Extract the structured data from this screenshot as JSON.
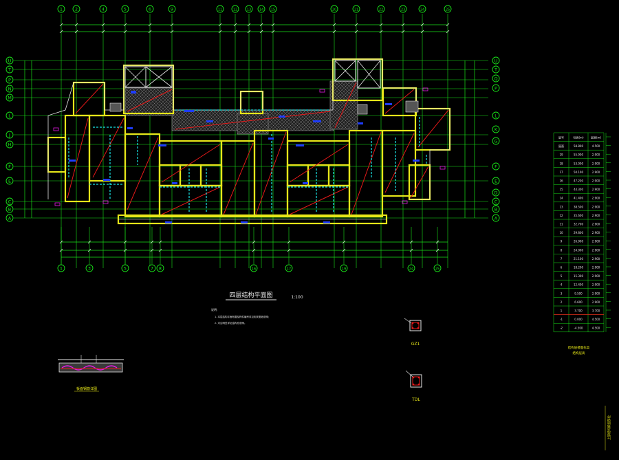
{
  "colors": {
    "background": "#000000",
    "grid_green": "#19e619",
    "wall_yellow": "#e6e619",
    "beam_red": "#e61919",
    "dim_white": "#e6e6e6",
    "cyan": "#19e6e6",
    "blue": "#1e3cff",
    "magenta": "#e619e6",
    "hatch_gray": "#7a7a7a"
  },
  "axes": {
    "top": [
      "1",
      "2",
      "4",
      "5",
      "6",
      "9",
      "11",
      "12",
      "13",
      "14",
      "15",
      "20",
      "21",
      "22",
      "23",
      "24",
      "25"
    ],
    "bottom": [
      "1",
      "3",
      "5",
      "7",
      "8",
      "16",
      "17",
      "19",
      "24",
      "25"
    ],
    "left": [
      "U",
      "T",
      "P",
      "N",
      "M",
      "L",
      "J",
      "H",
      "F",
      "E",
      "C",
      "B",
      "A"
    ],
    "right": [
      "U",
      "T",
      "Q",
      "P",
      "L",
      "K",
      "G",
      "F",
      "E",
      "D",
      "C",
      "B",
      "A"
    ]
  },
  "drawing": {
    "title": "四层结构平面图",
    "scale": "1:100",
    "notes_heading": "说明:",
    "notes": [
      "1. 本层结构平面布置及构件编号详见相关图纸说明;",
      "2. 未注明处详见结构总说明。"
    ]
  },
  "details": {
    "detail_1_label": "GZ1",
    "detail_2_label": "TDL",
    "section_label": "板面钢筋详图"
  },
  "floor_table": {
    "header": [
      "层号",
      "标高(m)",
      "层高(m)"
    ],
    "rows": [
      [
        "屋面",
        "58.800",
        "4.500"
      ],
      [
        "19",
        "55.900",
        "2.900"
      ],
      [
        "18",
        "53.000",
        "2.900"
      ],
      [
        "17",
        "50.100",
        "2.900"
      ],
      [
        "16",
        "47.200",
        "2.900"
      ],
      [
        "15",
        "44.300",
        "2.900"
      ],
      [
        "14",
        "41.400",
        "2.900"
      ],
      [
        "13",
        "38.500",
        "2.900"
      ],
      [
        "12",
        "35.600",
        "2.900"
      ],
      [
        "11",
        "32.700",
        "2.900"
      ],
      [
        "10",
        "29.800",
        "2.900"
      ],
      [
        "9",
        "26.900",
        "2.900"
      ],
      [
        "8",
        "24.000",
        "2.900"
      ],
      [
        "7",
        "21.100",
        "2.900"
      ],
      [
        "6",
        "18.200",
        "2.900"
      ],
      [
        "5",
        "15.300",
        "2.900"
      ],
      [
        "4",
        "12.400",
        "2.900"
      ],
      [
        "3",
        "9.500",
        "2.900"
      ],
      [
        "2",
        "6.600",
        "2.900"
      ],
      [
        "1",
        "3.700",
        "3.700"
      ],
      [
        "-1",
        "0.000",
        "4.500"
      ],
      [
        "-2",
        "-4.500",
        "4.500"
      ]
    ],
    "footer": "结构层楼面标高\n结构层高",
    "side_label": "上部结构嵌固部位"
  }
}
